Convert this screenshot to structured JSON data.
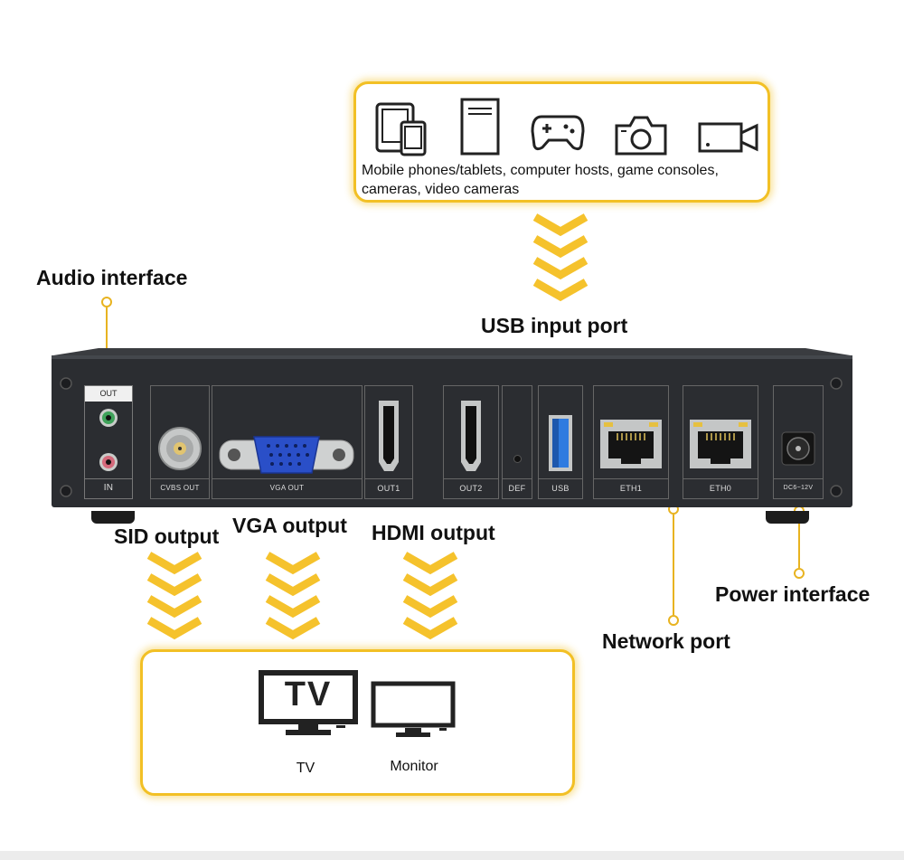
{
  "source_box": {
    "devices_text": "Mobile phones/tablets, computer hosts, game consoles, cameras, video cameras",
    "icons": [
      "phone-tablet-icon",
      "computer-tower-icon",
      "gamepad-icon",
      "camera-icon",
      "video-camera-icon"
    ]
  },
  "callouts": {
    "audio_interface": "Audio interface",
    "usb_input_port": "USB input port",
    "sid_output": "SID output",
    "vga_output": "VGA output",
    "hdmi_output": "HDMI output",
    "power_interface": "Power interface",
    "network_port": "Network port"
  },
  "ports": {
    "audio_out": "OUT",
    "audio_in": "IN",
    "cvbs_out": "CVBS OUT",
    "vga_out": "VGA OUT",
    "out1": "OUT1",
    "out2": "OUT2",
    "def": "DEF",
    "usb": "USB",
    "eth1": "ETH1",
    "eth0": "ETH0",
    "dc": "DC6~12V"
  },
  "display_box": {
    "tv_icon_text": "TV",
    "tv_label": "TV",
    "monitor_label": "Monitor"
  },
  "colors": {
    "accent_yellow": "#f2c025",
    "device_body": "#2b2d31",
    "vga_blue": "#2a4fc8",
    "usb_blue": "#2f7be0"
  }
}
